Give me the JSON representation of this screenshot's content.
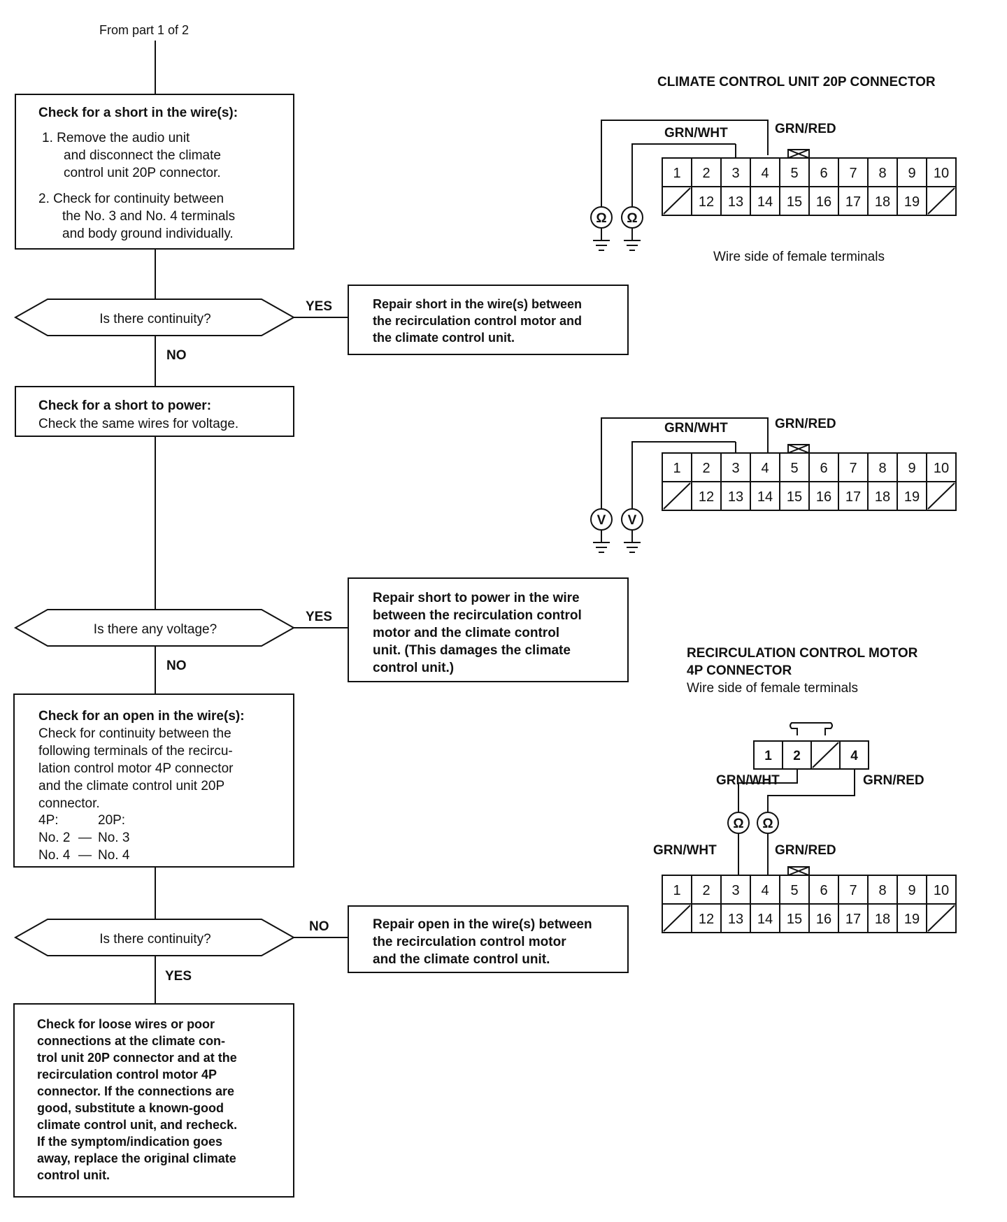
{
  "from_label": "From part 1 of 2",
  "steps": {
    "short_check": {
      "title": "Check for a short in the wire(s):",
      "lines": [
        "1.  Remove the audio unit",
        "and disconnect the climate",
        "control unit 20P connector.",
        "2.  Check for continuity between",
        "the No. 3 and No. 4 terminals",
        "and body ground individually."
      ]
    },
    "power_check": {
      "title": "Check for a short to power:",
      "lines": [
        "Check the same wires for voltage."
      ]
    },
    "open_check": {
      "title": "Check for an open in the wire(s):",
      "lines": [
        "Check for continuity between the",
        "following terminals of the recircu-",
        "lation control motor 4P connector",
        "and the climate control unit 20P",
        "connector."
      ],
      "table_header": [
        "4P:",
        "20P:"
      ],
      "pairs": [
        [
          "No. 2",
          "No. 3"
        ],
        [
          "No. 4",
          "No. 4"
        ]
      ],
      "pair_sep": "—"
    },
    "final_check": {
      "lines": [
        "Check for loose wires or poor",
        "connections at the climate con-",
        "trol unit 20P connector and at the",
        "recirculation control motor 4P",
        "connector. If the connections are",
        "good, substitute a known-good",
        "climate control unit, and recheck.",
        "If the symptom/indication goes",
        "away, replace the original climate",
        "control unit."
      ]
    }
  },
  "decisions": {
    "continuity_1": {
      "question": "Is there continuity?",
      "branch_right": "YES",
      "branch_down": "NO"
    },
    "voltage": {
      "question": "Is there any voltage?",
      "branch_right": "YES",
      "branch_down": "NO"
    },
    "continuity_2": {
      "question": "Is there continuity?",
      "branch_right": "NO",
      "branch_down": "YES"
    }
  },
  "repairs": {
    "short": {
      "lines": [
        "Repair short in the wire(s) between",
        "the recirculation control motor and",
        "the climate control unit."
      ]
    },
    "power": {
      "lines": [
        "Repair short to power in the wire",
        "between the recirculation control",
        "motor and the climate control",
        "unit. (This damages the climate",
        "control unit.)"
      ]
    },
    "open": {
      "lines": [
        "Repair open in the wire(s) between",
        "the recirculation control motor",
        "and the climate control unit."
      ]
    }
  },
  "connectors": {
    "ccu_title": "CLIMATE CONTROL UNIT 20P CONNECTOR",
    "ccu_subtitle": "Wire side of female terminals",
    "ccu_top_row": [
      "1",
      "2",
      "3",
      "4",
      "5",
      "6",
      "7",
      "8",
      "9",
      "10"
    ],
    "ccu_bottom_row": [
      "",
      "12",
      "13",
      "14",
      "15",
      "16",
      "17",
      "18",
      "19",
      ""
    ],
    "wire_grn_wht": "GRN/WHT",
    "wire_grn_red": "GRN/RED",
    "ohm_symbol": "Ω",
    "volt_symbol": "V",
    "motor_title_line1": "RECIRCULATION CONTROL MOTOR",
    "motor_title_line2": "4P CONNECTOR",
    "motor_subtitle": "Wire side of female terminals",
    "motor_row": [
      "1",
      "2",
      "",
      "4"
    ]
  }
}
